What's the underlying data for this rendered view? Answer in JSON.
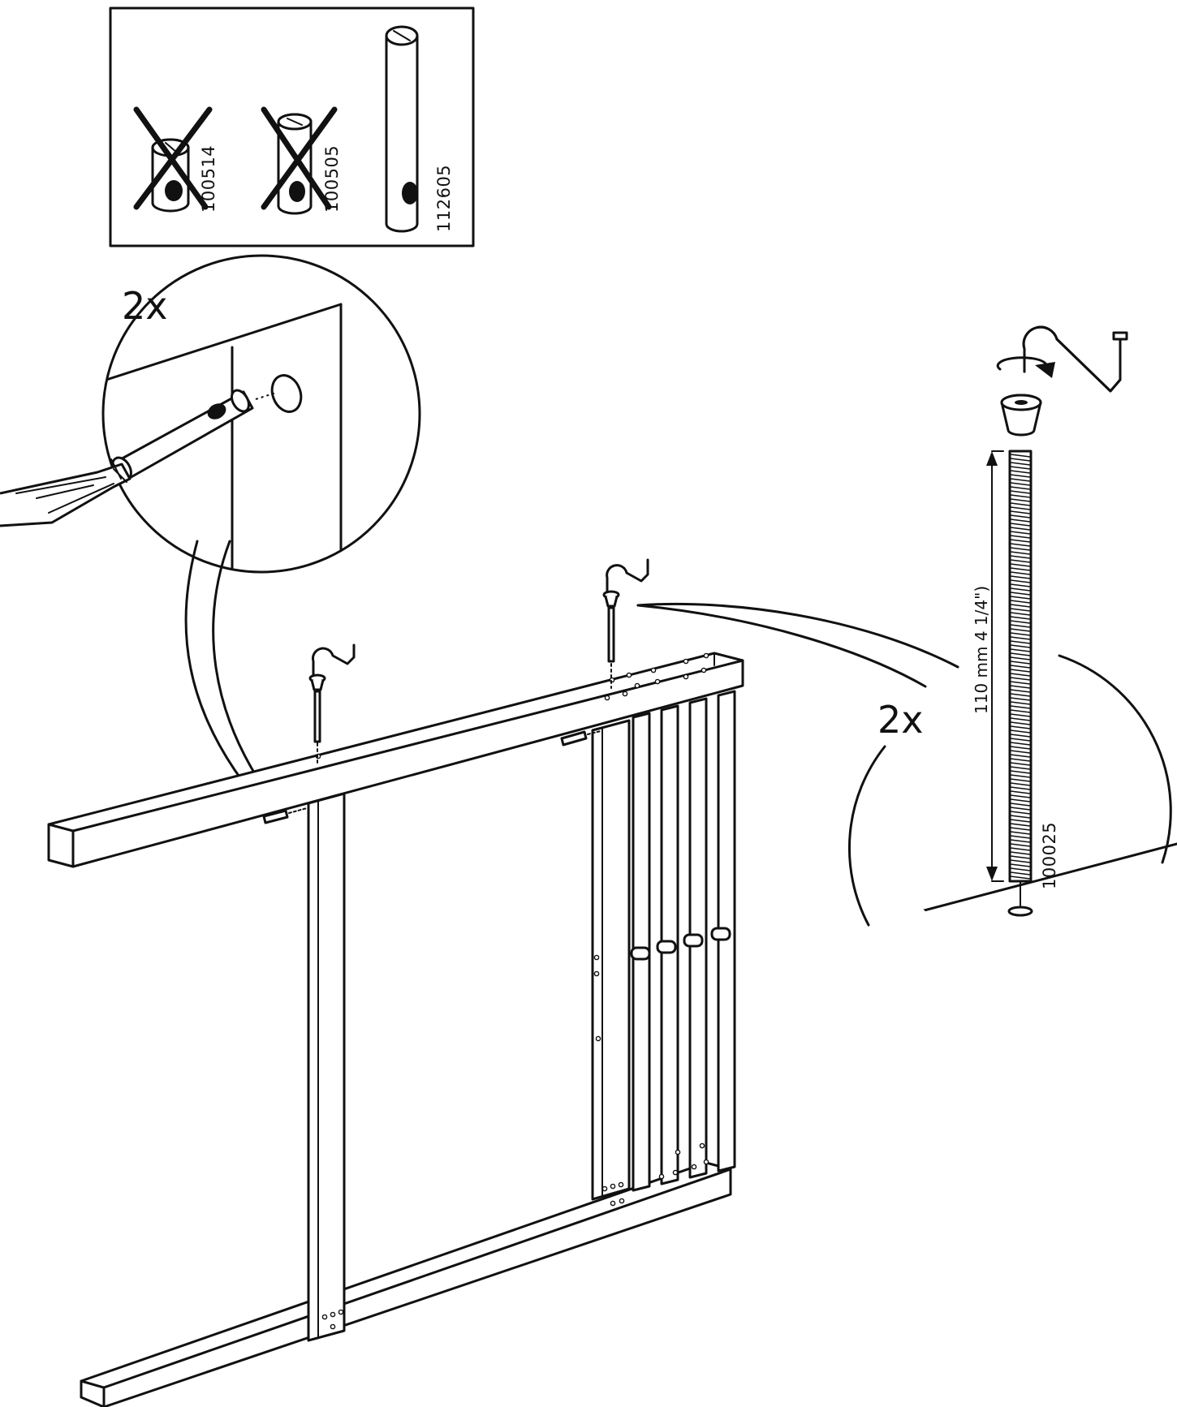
{
  "inset": {
    "parts": [
      {
        "code": "100514",
        "status": "not used"
      },
      {
        "code": "100505",
        "status": "not used"
      },
      {
        "code": "112605",
        "status": "use"
      }
    ]
  },
  "detail_left": {
    "quantity": "2x"
  },
  "detail_right": {
    "quantity": "2x",
    "dimension": "110 mm  4 1/4\")",
    "part_code": "100025"
  }
}
